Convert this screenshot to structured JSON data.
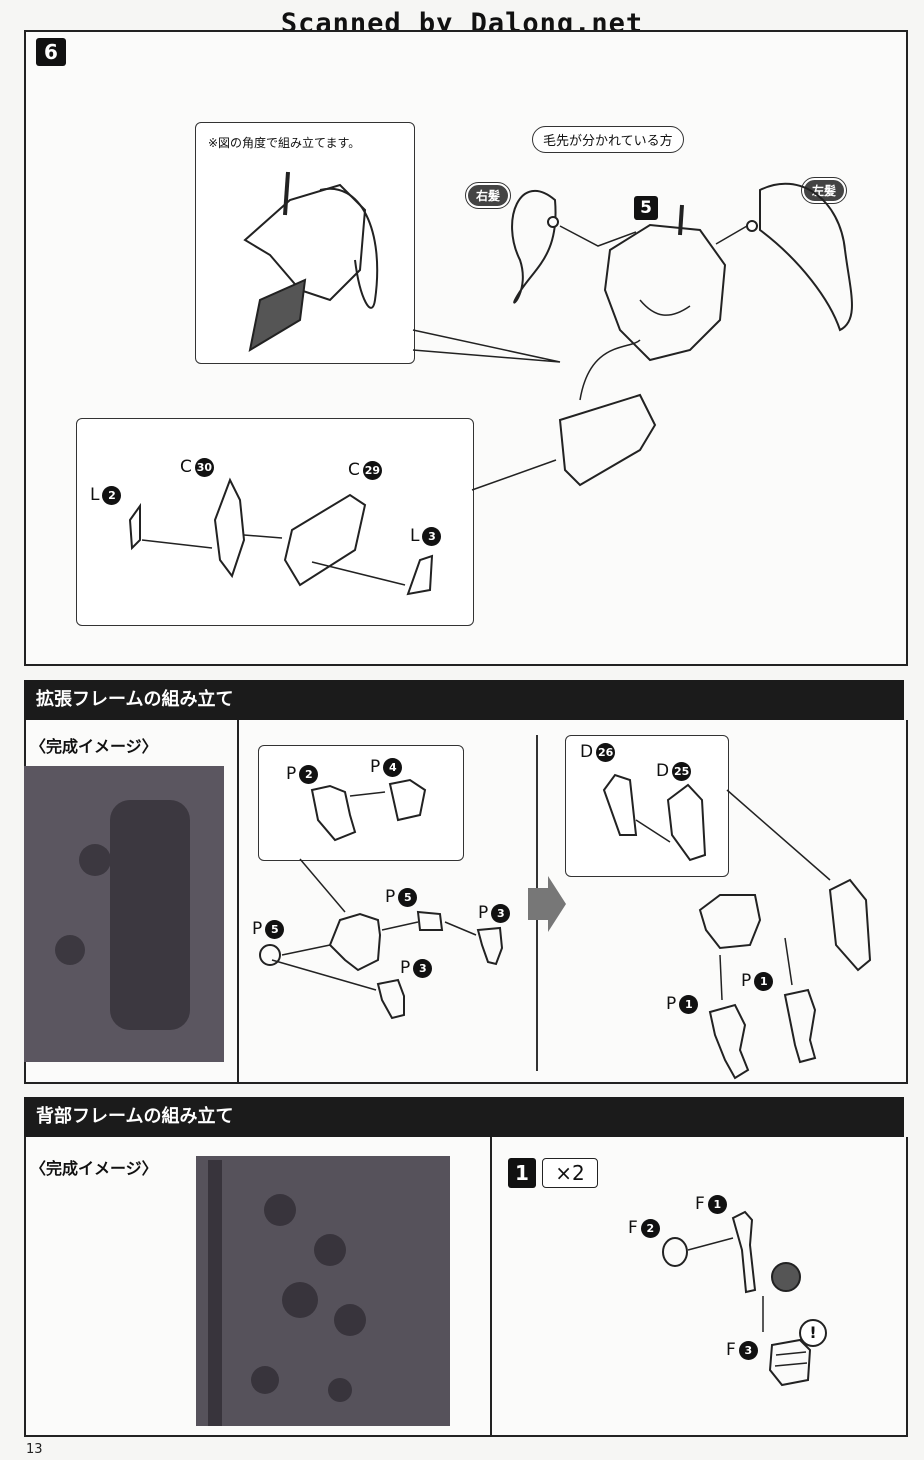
{
  "watermark": "Scanned by Dalong.net",
  "section6": {
    "step": "6",
    "inset_note": "※図の角度で組み立てます。",
    "tip_label": "毛先が分かれている方",
    "right_hair": "右髪",
    "left_hair": "左髪",
    "sub_step": "5",
    "parts": [
      {
        "letter": "L",
        "num": "2"
      },
      {
        "letter": "C",
        "num": "30"
      },
      {
        "letter": "C",
        "num": "29"
      },
      {
        "letter": "L",
        "num": "3"
      }
    ]
  },
  "expansion": {
    "title": "拡張フレームの組み立て",
    "image_label": "〈完成イメージ〉",
    "left_parts": [
      {
        "letter": "P",
        "num": "2"
      },
      {
        "letter": "P",
        "num": "4"
      },
      {
        "letter": "P",
        "num": "5"
      },
      {
        "letter": "P",
        "num": "3"
      },
      {
        "letter": "P",
        "num": "5"
      },
      {
        "letter": "P",
        "num": "3"
      }
    ],
    "right_parts": [
      {
        "letter": "D",
        "num": "26"
      },
      {
        "letter": "D",
        "num": "25"
      },
      {
        "letter": "P",
        "num": "1"
      },
      {
        "letter": "P",
        "num": "1"
      }
    ]
  },
  "back": {
    "title": "背部フレームの組み立て",
    "image_label": "〈完成イメージ〉",
    "step": "1",
    "multiplier": "×2",
    "parts": [
      {
        "letter": "F",
        "num": "1"
      },
      {
        "letter": "F",
        "num": "2"
      },
      {
        "letter": "F",
        "num": "3"
      }
    ],
    "caution": "!"
  },
  "page_number": "13"
}
